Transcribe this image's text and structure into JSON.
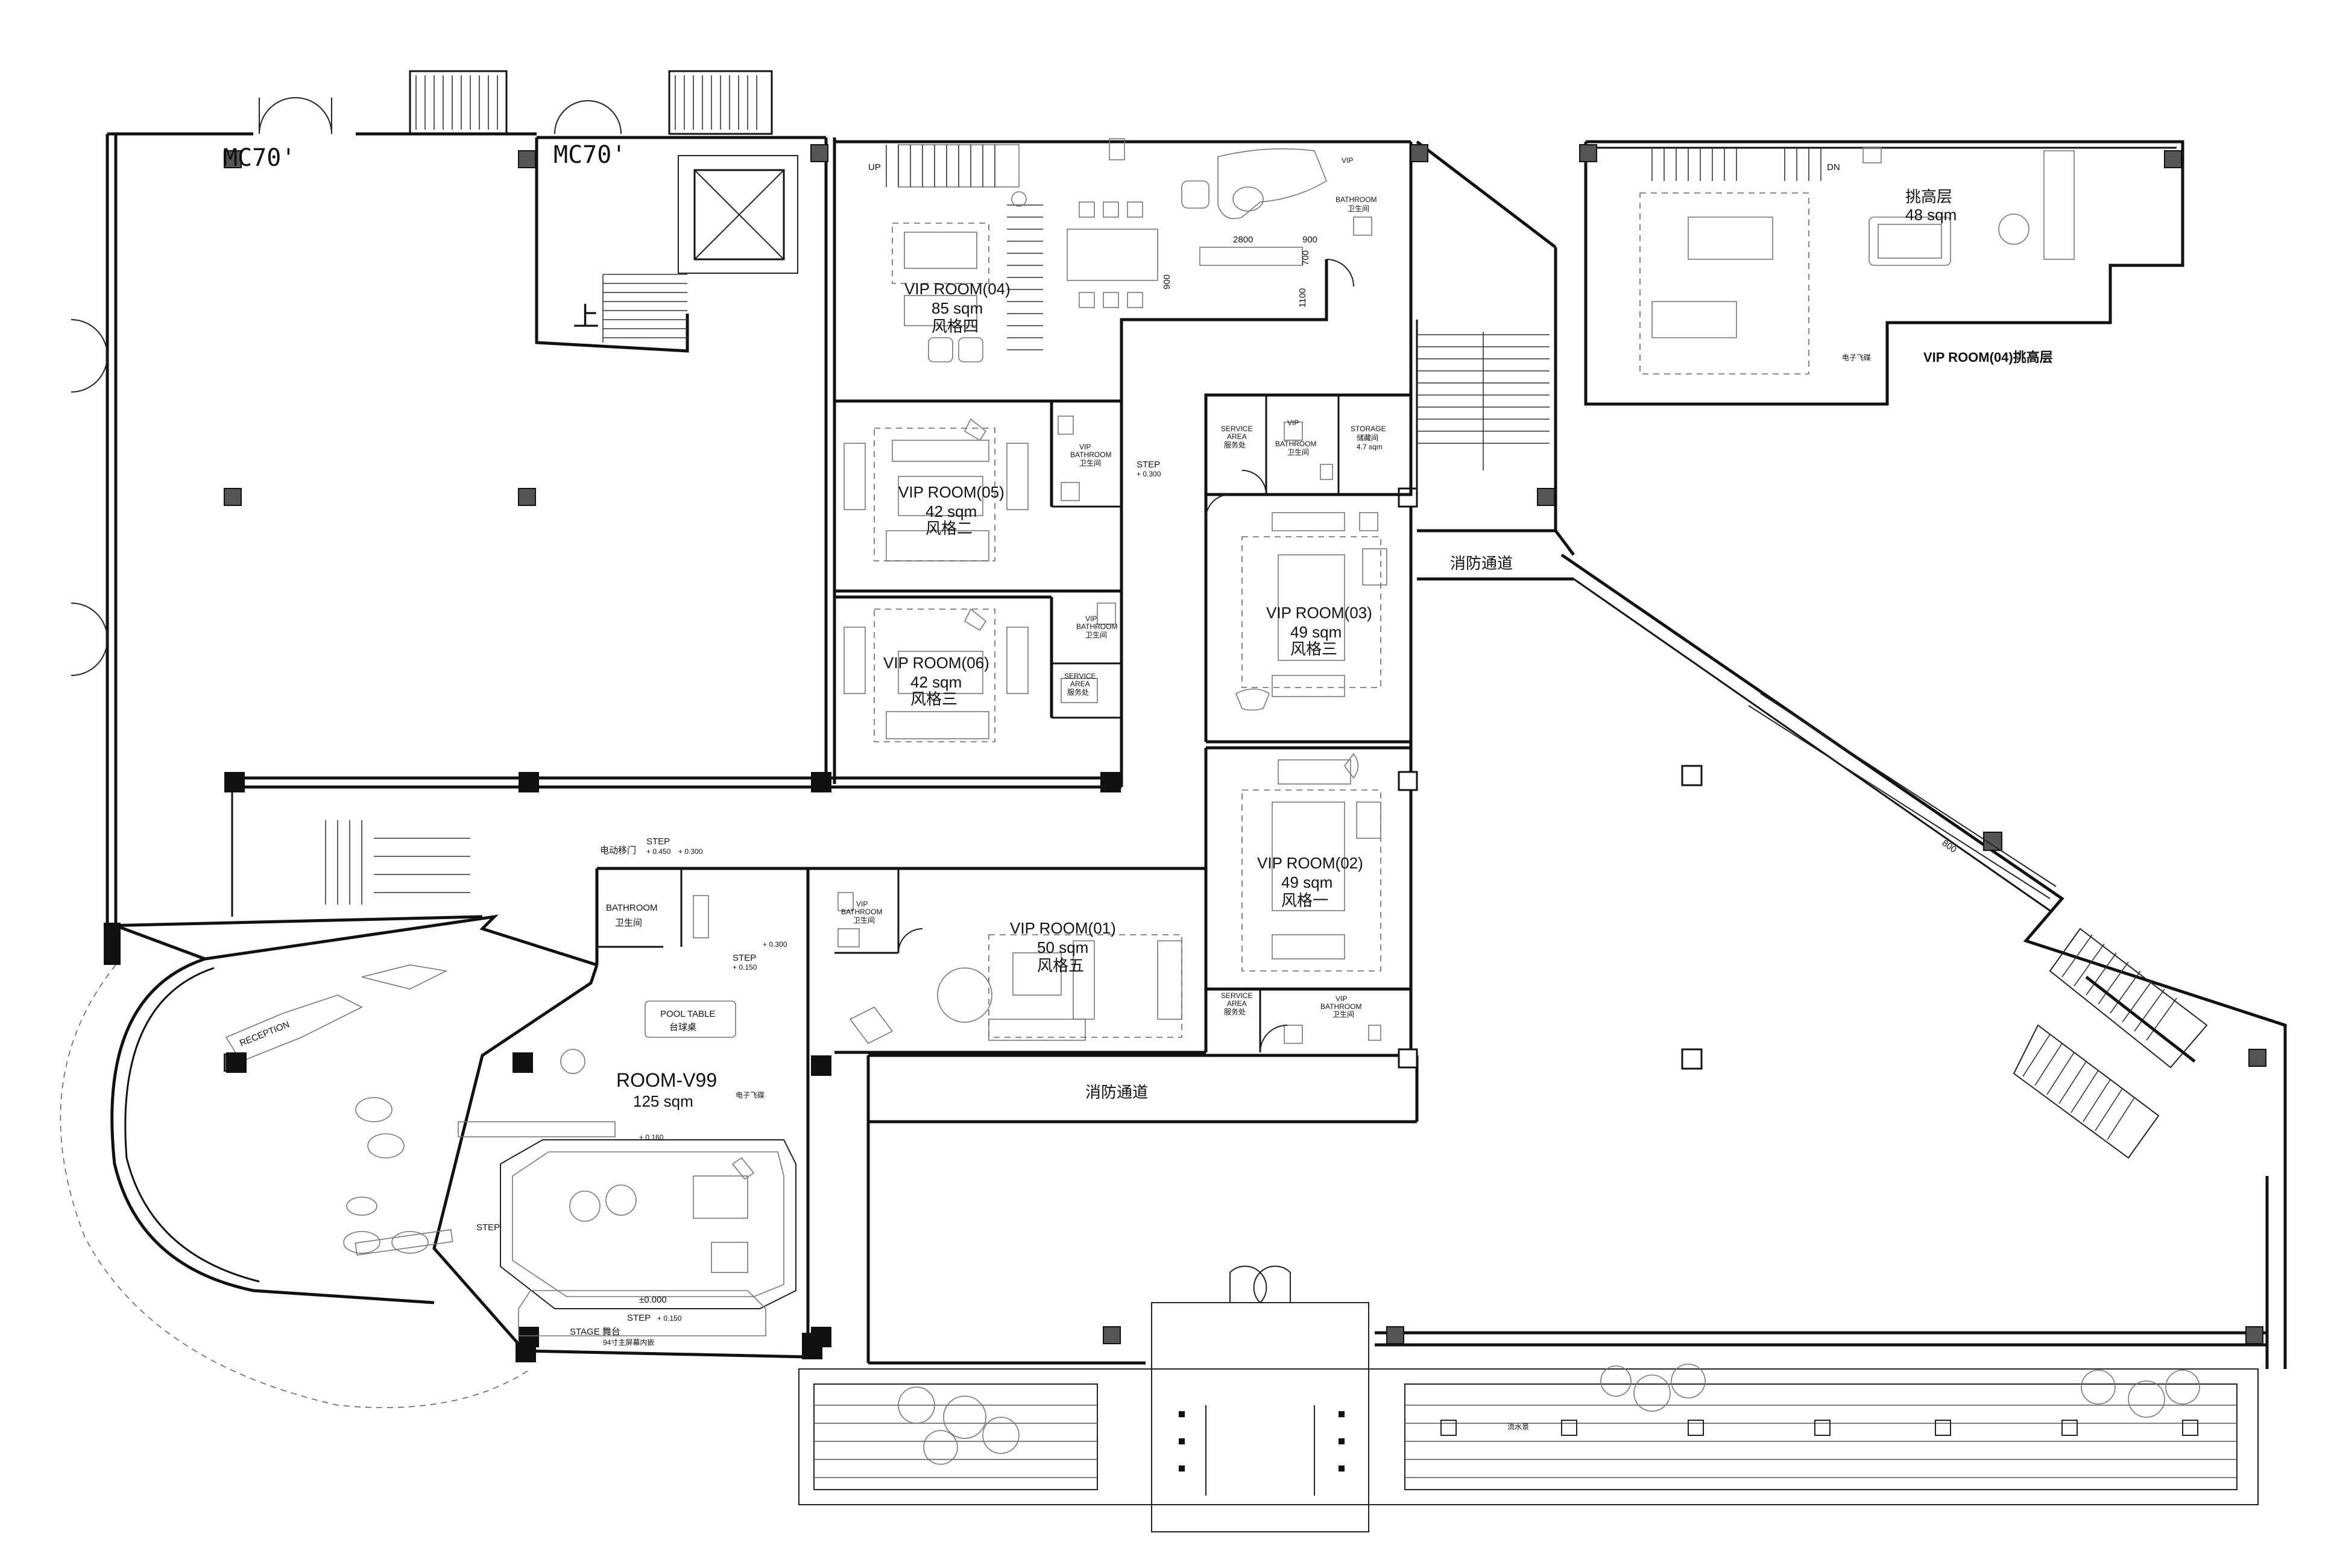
{
  "rooms": {
    "vip04": {
      "name": "VIP ROOM(04)",
      "area": "85 sqm",
      "style": "风格四"
    },
    "vip05": {
      "name": "VIP ROOM(05)",
      "area": "42 sqm",
      "style": "风格二"
    },
    "vip06": {
      "name": "VIP ROOM(06)",
      "area": "42 sqm",
      "style": "风格三"
    },
    "vip03": {
      "name": "VIP ROOM(03)",
      "area": "49 sqm",
      "style": "风格三"
    },
    "vip02": {
      "name": "VIP ROOM(02)",
      "area": "49 sqm",
      "style": "风格一"
    },
    "vip01": {
      "name": "VIP ROOM(01)",
      "area": "50 sqm",
      "style": "风格五"
    },
    "v99": {
      "name": "ROOM-V99",
      "area": "125 sqm"
    },
    "mezz": {
      "name": "挑高层",
      "area": "48 sqm",
      "caption": "VIP ROOM(04)挑高层"
    }
  },
  "doors": {
    "mc1": "MC70'",
    "mc2": "MC70'"
  },
  "labels": {
    "shang": "上",
    "up": "UP",
    "dn": "DN",
    "fire_exit": "消防通道",
    "vip_bathroom": "VIP",
    "vip_bathroom2": "BATHROOM",
    "wc_cn": "卫生间",
    "bathroom": "BATHROOM",
    "service": "SERVICE",
    "area_en": "AREA",
    "service_cn": "服务处",
    "storage": "STORAGE",
    "storage_cn": "储藏间",
    "storage_area": "4.7 sqm",
    "pool_en": "POOL TABLE",
    "pool_cn": "台球桌",
    "stage": "STAGE 舞台",
    "step": "STEP",
    "step_150": "+ 0.150",
    "step_300": "+ 0.300",
    "step_450": "+ 0.450",
    "step_000": "±0.000",
    "step_160": "+ 0.160",
    "sliding_door": "电动移门",
    "elevator_right": "电子飞碟",
    "screen": "94寸主屏幕内嵌",
    "water": "流水景",
    "reception": "RECEPTION"
  },
  "dims": {
    "d2800": "2800",
    "d900a": "900",
    "d900b": "900",
    "d700": "700",
    "d1100": "1100",
    "d800": "800"
  }
}
